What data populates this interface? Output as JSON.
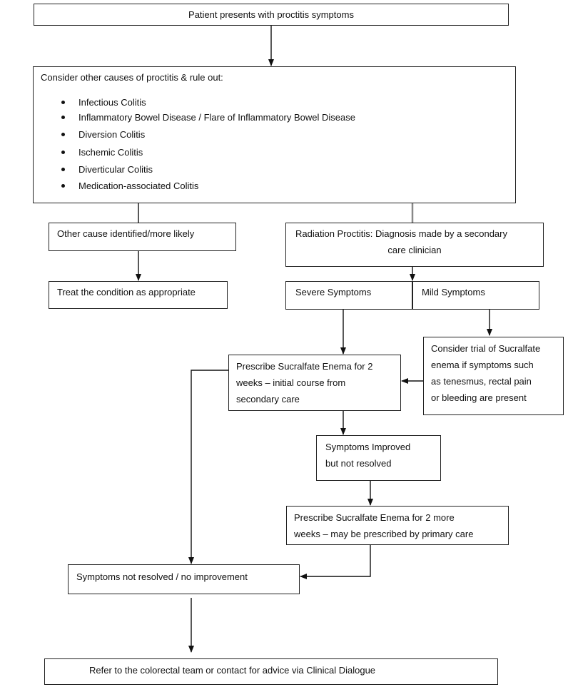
{
  "start": "Patient presents with proctitis symptoms",
  "consider": {
    "heading": "Consider other causes of proctitis & rule out:",
    "causes": [
      "Infectious Colitis",
      "Inflammatory Bowel Disease / Flare of Inflammatory Bowel Disease",
      "Diversion Colitis",
      "Ischemic Colitis",
      "Diverticular Colitis",
      "Medication-associated Colitis"
    ]
  },
  "other_cause": "Other cause identified/more likely",
  "treat": "Treat the condition as appropriate",
  "radiation": {
    "line1": "Radiation Proctitis: Diagnosis made by a secondary",
    "line2": "care clinician"
  },
  "severe": "Severe Symptoms",
  "mild": "Mild Symptoms",
  "prescribe1": {
    "line1": "Prescribe Sucralfate Enema for 2",
    "line2": "weeks – initial course from",
    "line3": "secondary care"
  },
  "consider_trial": {
    "line1": "Consider trial of Sucralfate",
    "line2": "enema if symptoms such",
    "line3": "as tenesmus, rectal pain",
    "line4": "or bleeding are present"
  },
  "improved": {
    "line1": "Symptoms Improved",
    "line2": "but not resolved"
  },
  "prescribe2": {
    "line1": "Prescribe Sucralfate Enema for 2 more",
    "line2": "weeks – may be prescribed by primary care"
  },
  "not_resolved": "Symptoms not resolved / no improvement",
  "refer": "Refer to the colorectal team or contact for advice via Clinical Dialogue"
}
